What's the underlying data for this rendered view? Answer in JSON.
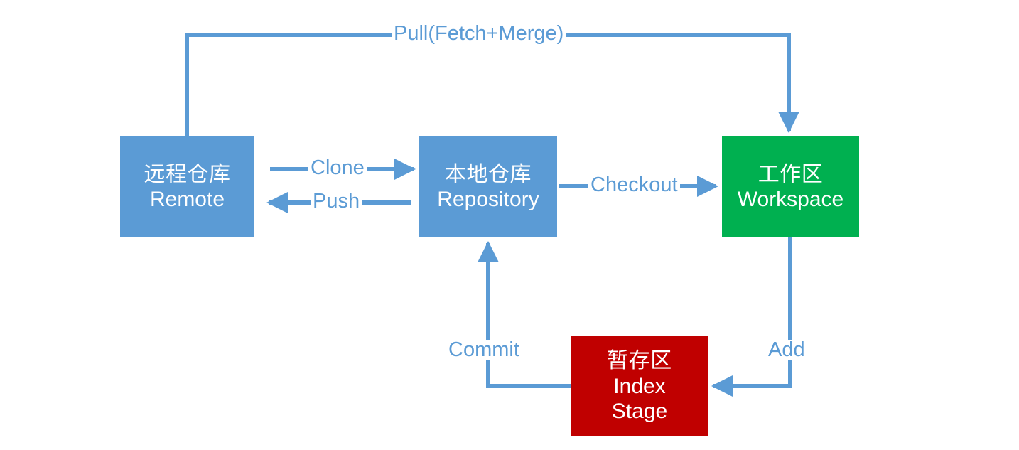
{
  "diagram": {
    "title": "Git workflow diagram",
    "colors": {
      "blue": "#5B9BD5",
      "green": "#00B050",
      "red": "#C00000",
      "arrow": "#5B9BD5",
      "node_text": "#FFFFFF",
      "background": "#FFFFFF"
    },
    "nodes": [
      {
        "id": "remote",
        "line_cn": "远程仓库",
        "line_en": "Remote",
        "line_en2": "",
        "color": "#5B9BD5"
      },
      {
        "id": "repository",
        "line_cn": "本地仓库",
        "line_en": "Repository",
        "line_en2": "",
        "color": "#5B9BD5"
      },
      {
        "id": "workspace",
        "line_cn": "工作区",
        "line_en": "Workspace",
        "line_en2": "",
        "color": "#00B050"
      },
      {
        "id": "index",
        "line_cn": "暂存区",
        "line_en": "Index",
        "line_en2": "Stage",
        "color": "#C00000"
      }
    ],
    "edges": [
      {
        "id": "pull",
        "label": "Pull(Fetch+Merge)",
        "from": "remote",
        "to": "workspace"
      },
      {
        "id": "clone",
        "label": "Clone",
        "from": "remote",
        "to": "repository"
      },
      {
        "id": "push",
        "label": "Push",
        "from": "repository",
        "to": "remote"
      },
      {
        "id": "checkout",
        "label": "Checkout",
        "from": "repository",
        "to": "workspace"
      },
      {
        "id": "commit",
        "label": "Commit",
        "from": "index",
        "to": "repository"
      },
      {
        "id": "add",
        "label": "Add",
        "from": "workspace",
        "to": "index"
      }
    ]
  }
}
